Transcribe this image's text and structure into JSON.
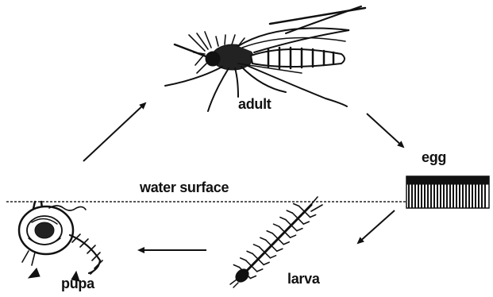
{
  "labels": {
    "adult": "adult",
    "egg": "egg",
    "water_surface": "water surface",
    "larva": "larva",
    "pupa": "pupa"
  },
  "colors": {
    "ink": "#111111",
    "background": "#ffffff"
  },
  "icons": [
    "adult-mosquito-icon",
    "egg-raft-icon",
    "larva-icon",
    "pupa-icon",
    "cycle-arrow-icon"
  ]
}
